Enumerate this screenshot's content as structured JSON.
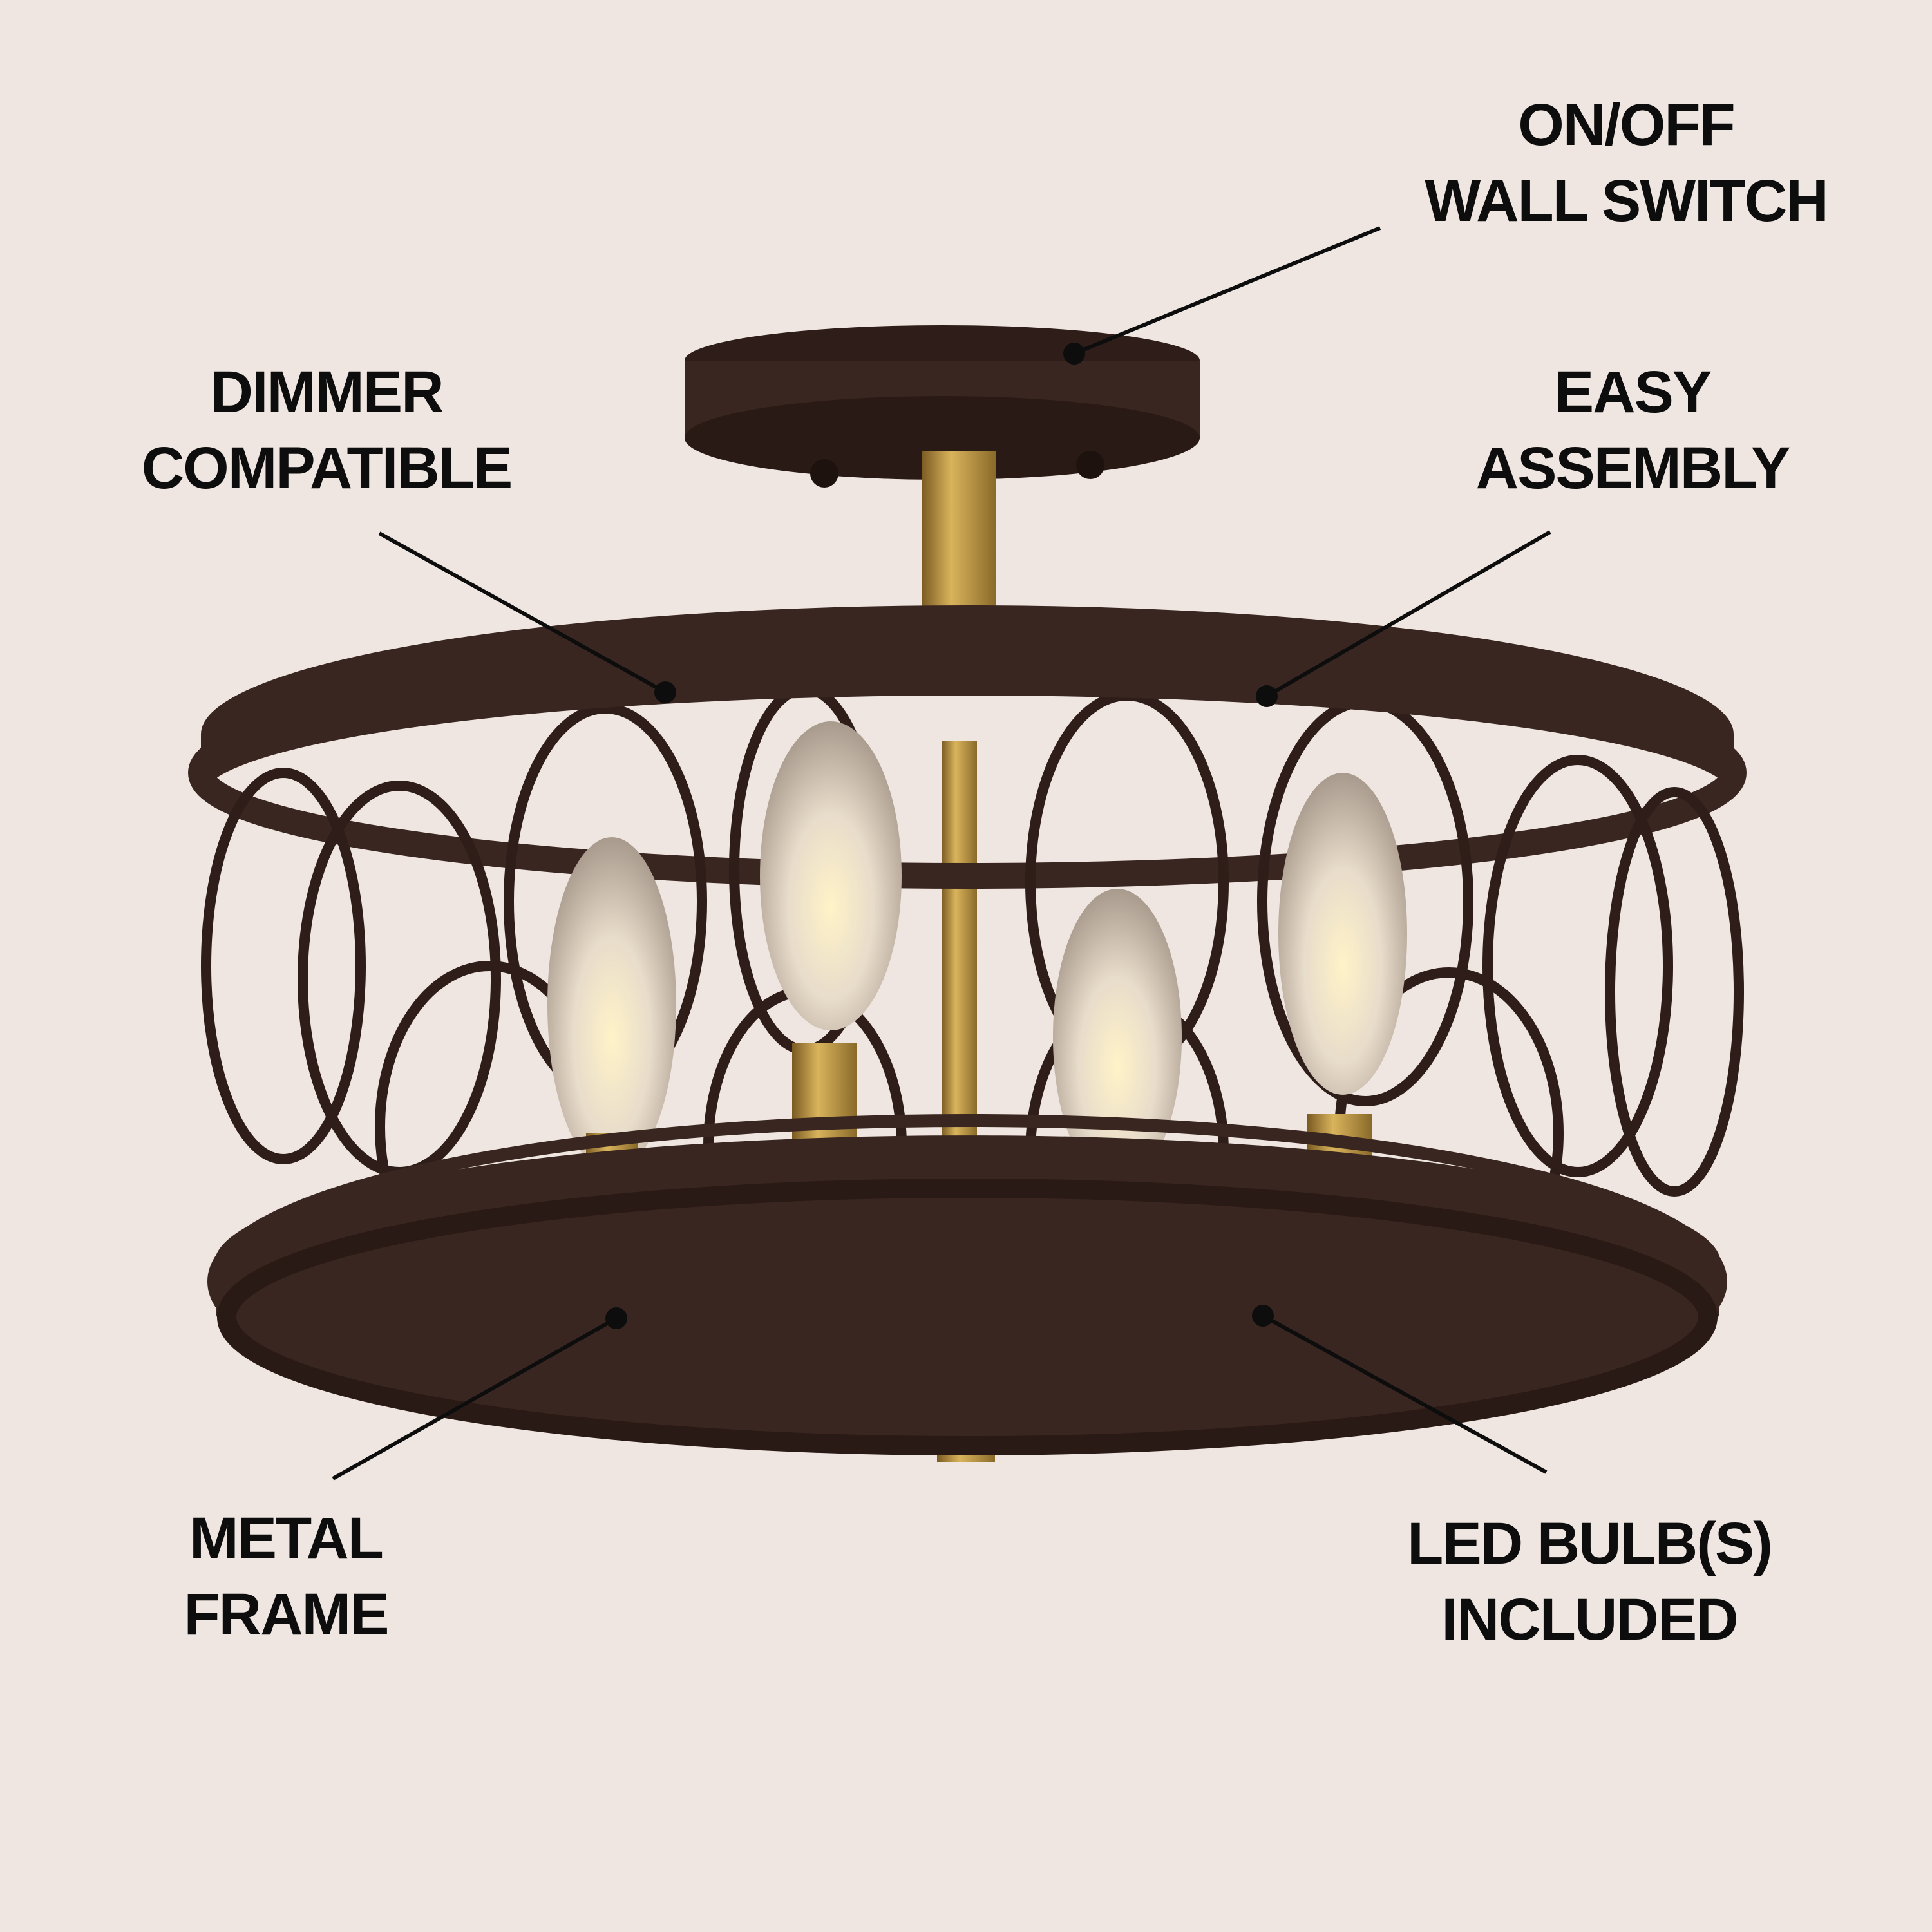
{
  "colors": {
    "background": "#efe6e1",
    "frame": "#3a2620",
    "brass": "#b8923f",
    "text": "#0d0d0d"
  },
  "callouts": {
    "switch": {
      "line1": "ON/OFF",
      "line2": "WALL SWITCH"
    },
    "dimmer": {
      "line1": "DIMMER",
      "line2": "COMPATIBLE"
    },
    "assembly": {
      "line1": "EASY",
      "line2": "ASSEMBLY"
    },
    "frame": {
      "line1": "METAL",
      "line2": "FRAME"
    },
    "bulbs": {
      "line1": "LED BULB(S)",
      "line2": "INCLUDED"
    }
  }
}
